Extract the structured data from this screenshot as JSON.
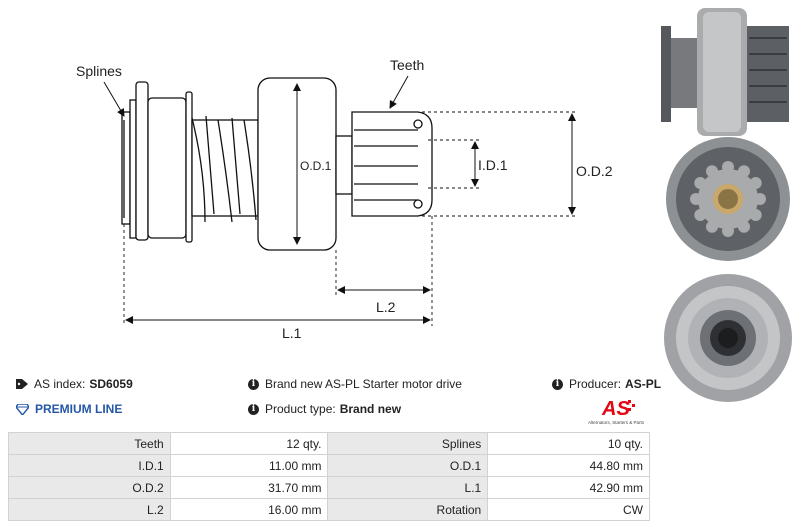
{
  "drawing": {
    "splines_label": "Splines",
    "teeth_label": "Teeth",
    "od1_label": "O.D.1",
    "id1_label": "I.D.1",
    "od2_label": "O.D.2",
    "l2_label": "L.2",
    "l1_label": "L.1"
  },
  "info": {
    "as_index_label": "AS index:",
    "as_index_value": "SD6059",
    "premium_line": "PREMIUM LINE",
    "description": "Brand new AS-PL Starter motor drive",
    "product_type_label": "Product type:",
    "product_type_value": "Brand new",
    "producer_label": "Producer:",
    "producer_value": "AS-PL"
  },
  "logo": {
    "mark": "AS",
    "tagline": "Alternators, Starters & Parts",
    "color": "#e30613"
  },
  "specs": [
    {
      "k1": "Teeth",
      "v1": "12 qty.",
      "k2": "Splines",
      "v2": "10 qty."
    },
    {
      "k1": "I.D.1",
      "v1": "11.00 mm",
      "k2": "O.D.1",
      "v2": "44.80 mm"
    },
    {
      "k1": "O.D.2",
      "v1": "31.70 mm",
      "k2": "L.1",
      "v2": "42.90 mm"
    },
    {
      "k1": "L.2",
      "v1": "16.00 mm",
      "k2": "Rotation",
      "v2": "CW"
    }
  ],
  "colors": {
    "accent_blue": "#2557a7",
    "table_header_bg": "#e9e9e9"
  }
}
